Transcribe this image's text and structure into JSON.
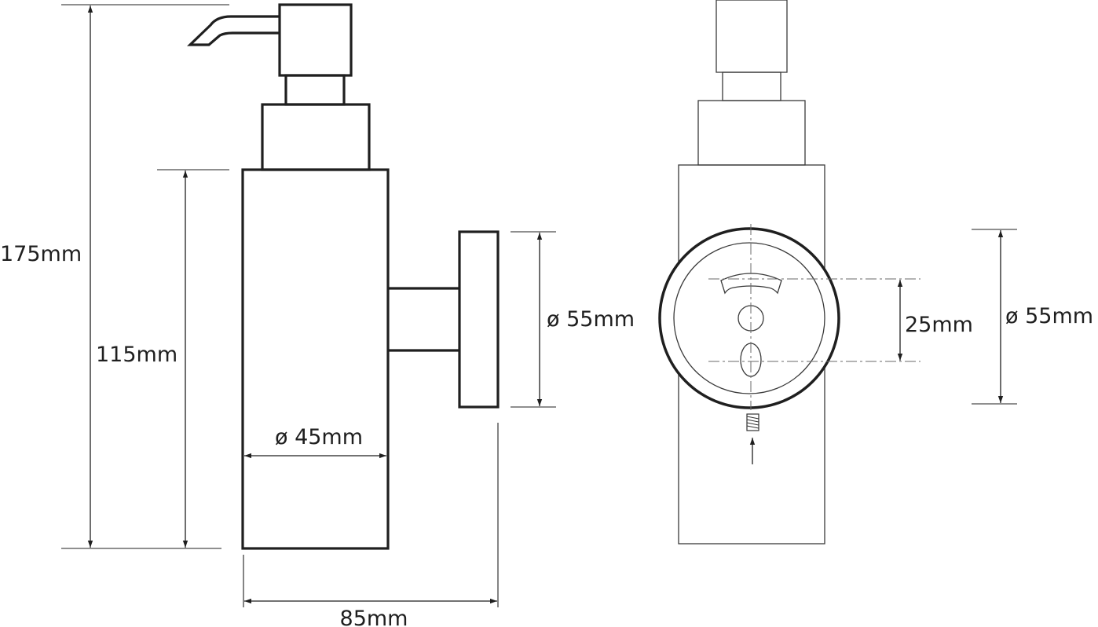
{
  "dimensions": {
    "total_height": "175mm",
    "body_height": "115mm",
    "body_diameter": "ø 45mm",
    "overall_depth": "85mm",
    "side_plate_diameter": "ø 55mm",
    "hole_spacing": "25mm",
    "front_plate_diameter": "ø 55mm"
  }
}
